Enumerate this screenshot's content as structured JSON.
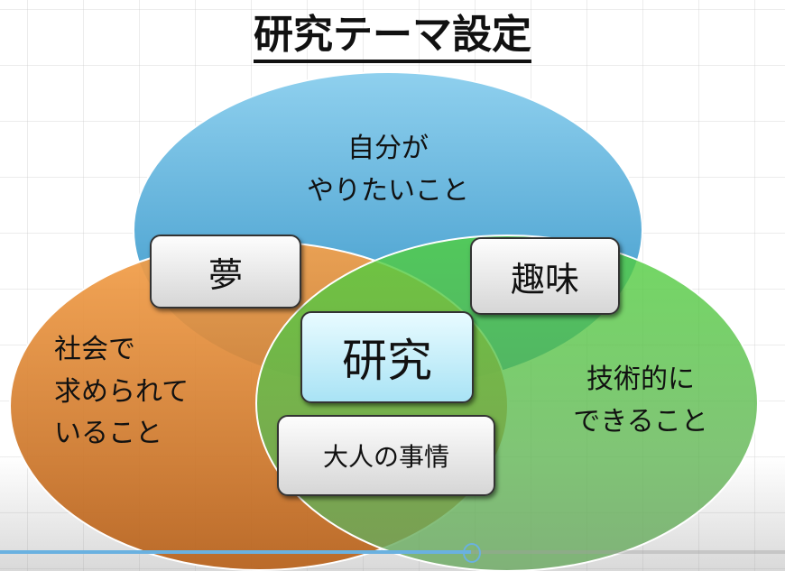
{
  "title": "研究テーマ設定",
  "circles": {
    "top": {
      "label_lines": [
        "自分が",
        "やりたいこと"
      ],
      "color": "#4fa8d6"
    },
    "left": {
      "label_lines": [
        "社会で",
        "求められて",
        "いること"
      ],
      "color": "#e0812a"
    },
    "right": {
      "label_lines": [
        "技術的に",
        "できること"
      ],
      "color": "#4cc13a"
    }
  },
  "intersections": {
    "top_left": "夢",
    "top_right": "趣味",
    "center": "研究",
    "left_right": "大人の事情"
  },
  "video": {
    "progress_percent": 60
  }
}
